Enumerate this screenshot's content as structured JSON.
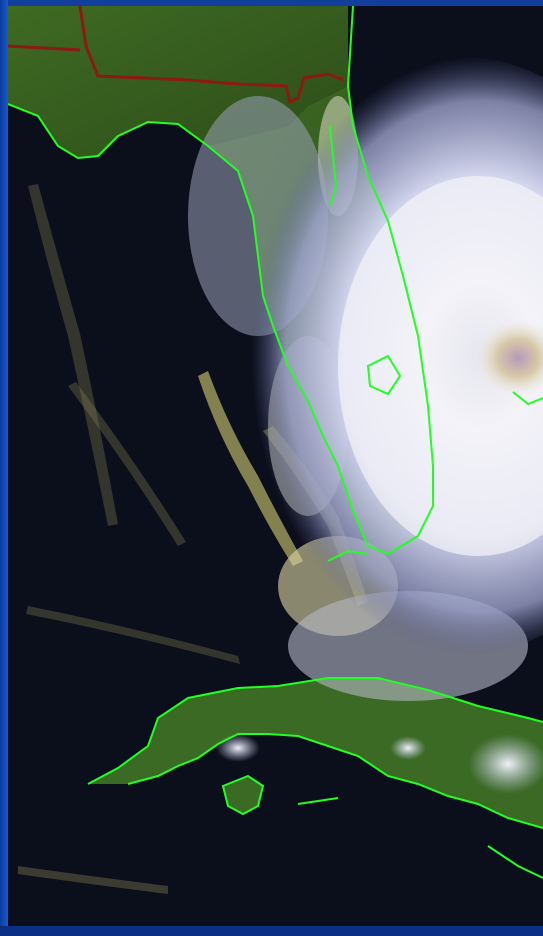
{
  "image": {
    "kind": "satellite-view",
    "colors": {
      "frame": "#0b3c9e",
      "ocean": "#0b0f1c",
      "land": "#365a1e",
      "coastline": "#22ff22",
      "state_border": "#8b1a12",
      "cloud_white": "#e6e8f4",
      "cloud_blue": "#a8aedb",
      "cloud_yellow": "#e8e07a"
    },
    "features": [
      "hurricane-cloud-mass",
      "florida-peninsula",
      "cuba",
      "isle-of-youth",
      "gulf-coast",
      "state-border-line",
      "cloud-streaks"
    ]
  }
}
